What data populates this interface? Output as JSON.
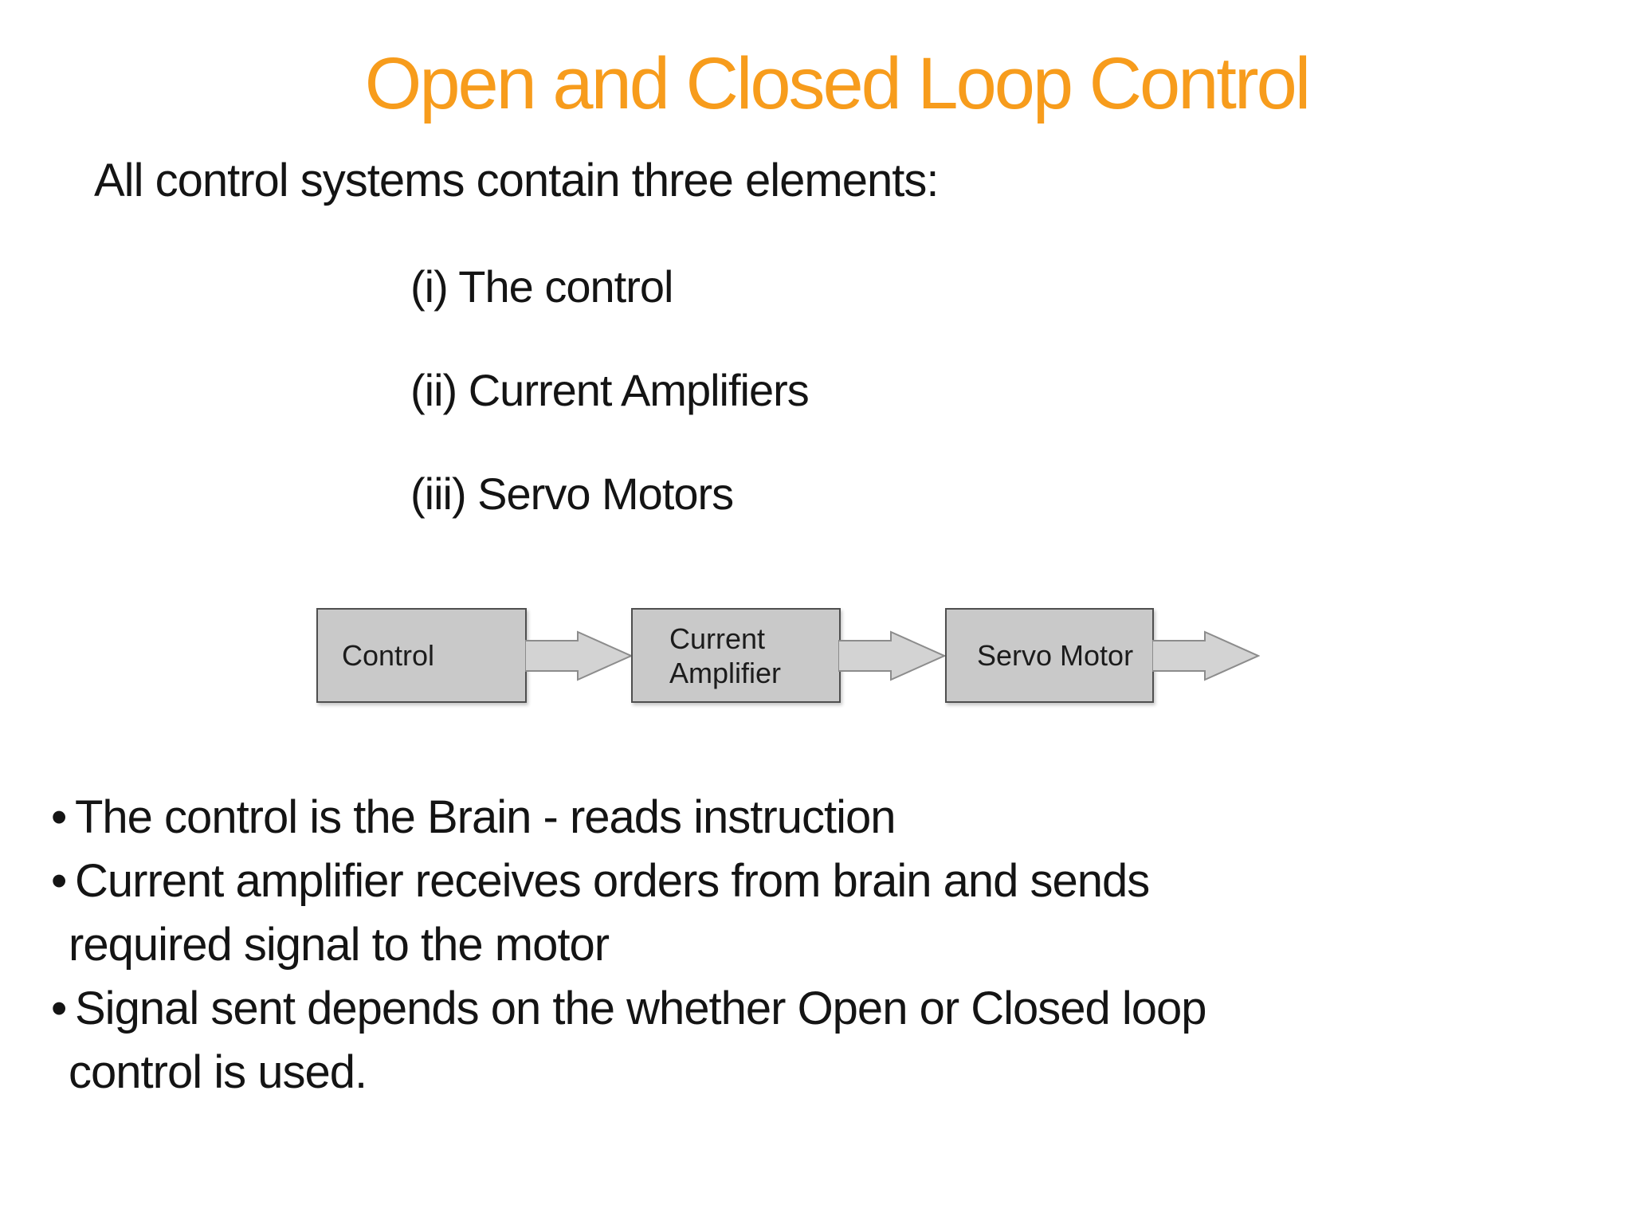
{
  "slide": {
    "title": "Open and Closed Loop Control",
    "title_color": "#F79C1C",
    "background_color": "#FFFFFF",
    "text_color": "#141414",
    "intro": "All control systems contain three elements:",
    "list_items": [
      "(i) The control",
      "(ii) Current Amplifiers",
      "(iii) Servo Motors"
    ],
    "bullet_char": "•",
    "diagram": {
      "box_fill": "#C9C9C9",
      "box_border": "#4F4F4F",
      "arrow_fill": "#D3D3D3",
      "arrow_border": "#8C8C8C",
      "boxes": [
        {
          "label": "Control"
        },
        {
          "label": "Current\nAmplifier"
        },
        {
          "label": "Servo Motor"
        }
      ]
    },
    "bullets": [
      {
        "text": "The control is the Brain - reads instruction"
      },
      {
        "text": "Current amplifier receives orders from brain and sends"
      },
      {
        "text": "required signal to the motor"
      },
      {
        "text": "Signal sent depends on the whether Open or Closed loop"
      },
      {
        "text": "control is used."
      }
    ]
  }
}
